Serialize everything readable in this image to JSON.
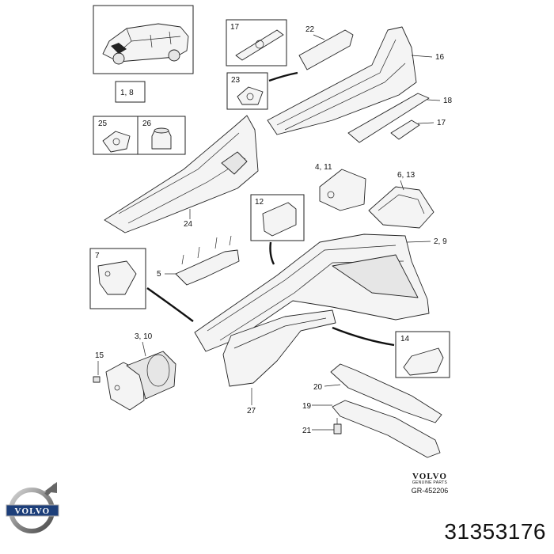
{
  "diagram": {
    "labels": {
      "ref_box": "1, 8",
      "l2_9": "2, 9",
      "l3_10": "3, 10",
      "l4_11": "4, 11",
      "l5": "5",
      "l6_13": "6, 13",
      "l7": "7",
      "l12": "12",
      "l14": "14",
      "l15": "15",
      "l16": "16",
      "l17a": "17",
      "l17b": "17",
      "l18": "18",
      "l19": "19",
      "l20": "20",
      "l21": "21",
      "l22": "22",
      "l23": "23",
      "l24": "24",
      "l25": "25",
      "l26": "26",
      "l27": "27"
    }
  },
  "brand": {
    "name": "VOLVO",
    "sub": "GENUINE PARTS",
    "drawing_code": "GR-452206",
    "logo_text": "VOLVO"
  },
  "part_number": "31353176"
}
